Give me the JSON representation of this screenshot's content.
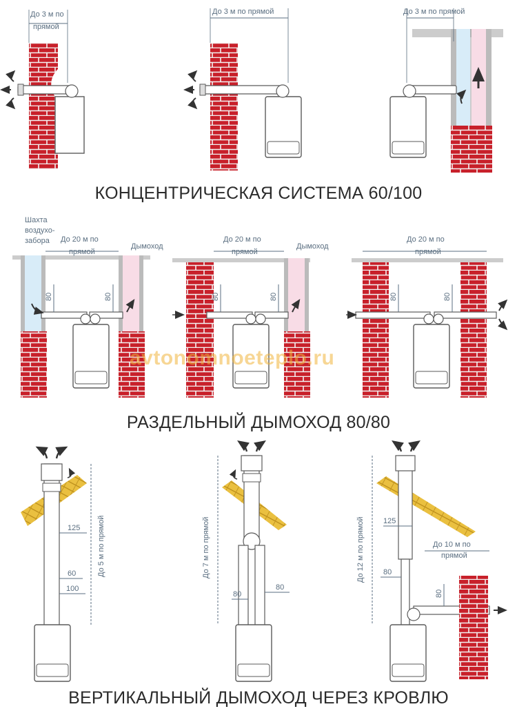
{
  "colors": {
    "brick": "#c8202a",
    "mortar": "#f3f3f3",
    "boiler_outline": "#5a5a5a",
    "dimension": "#5a6e80",
    "blue_shaft": "#d8ecf8",
    "pink_shaft": "#f8dce6",
    "roof": "#e8b830",
    "watermark": "#f0b43c"
  },
  "titles": {
    "concentric": "КОНЦЕНТРИЧЕСКАЯ СИСТЕМА 60/100",
    "separate": "РАЗДЕЛЬНЫЙ ДЫМОХОД 80/80",
    "vertical": "ВЕРТИКАЛЬНЫЙ ДЫМОХОД ЧЕРЕЗ КРОВЛЮ"
  },
  "watermark": "avtonomnoeteplo.ru",
  "concentric": {
    "panel1": {
      "dim_line1": "До 3 м по",
      "dim_line2": "прямой"
    },
    "panel2": {
      "dim": "До 3 м по прямой"
    },
    "panel3": {
      "dim": "До 3 м по прямой"
    }
  },
  "separate": {
    "panel1": {
      "shaft_label_1": "Шахта",
      "shaft_label_2": "воздухо-",
      "shaft_label_3": "забора",
      "dim_line1": "До 20 м по",
      "dim_line2": "прямой",
      "chimney_label": "Дымоход",
      "height_left": "80",
      "height_right": "80"
    },
    "panel2": {
      "dim_line1": "До 20 м по",
      "dim_line2": "прямой",
      "chimney_label": "Дымоход",
      "height_left": "80",
      "height_right": "80"
    },
    "panel3": {
      "dim_line1": "До 20 м по",
      "dim_line2": "прямой",
      "height_left": "80",
      "height_right": "80"
    }
  },
  "vertical": {
    "panel1": {
      "height": "До 5 м по прямой",
      "d1": "125",
      "d2": "60",
      "d3": "100"
    },
    "panel2": {
      "height": "До 7 м по прямой",
      "d1": "80",
      "d2": "80"
    },
    "panel3": {
      "height": "До 12 м по прямой",
      "d1": "125",
      "d2": "80",
      "d3": "80",
      "dim_line1": "До 10 м по",
      "dim_line2": "прямой"
    }
  }
}
